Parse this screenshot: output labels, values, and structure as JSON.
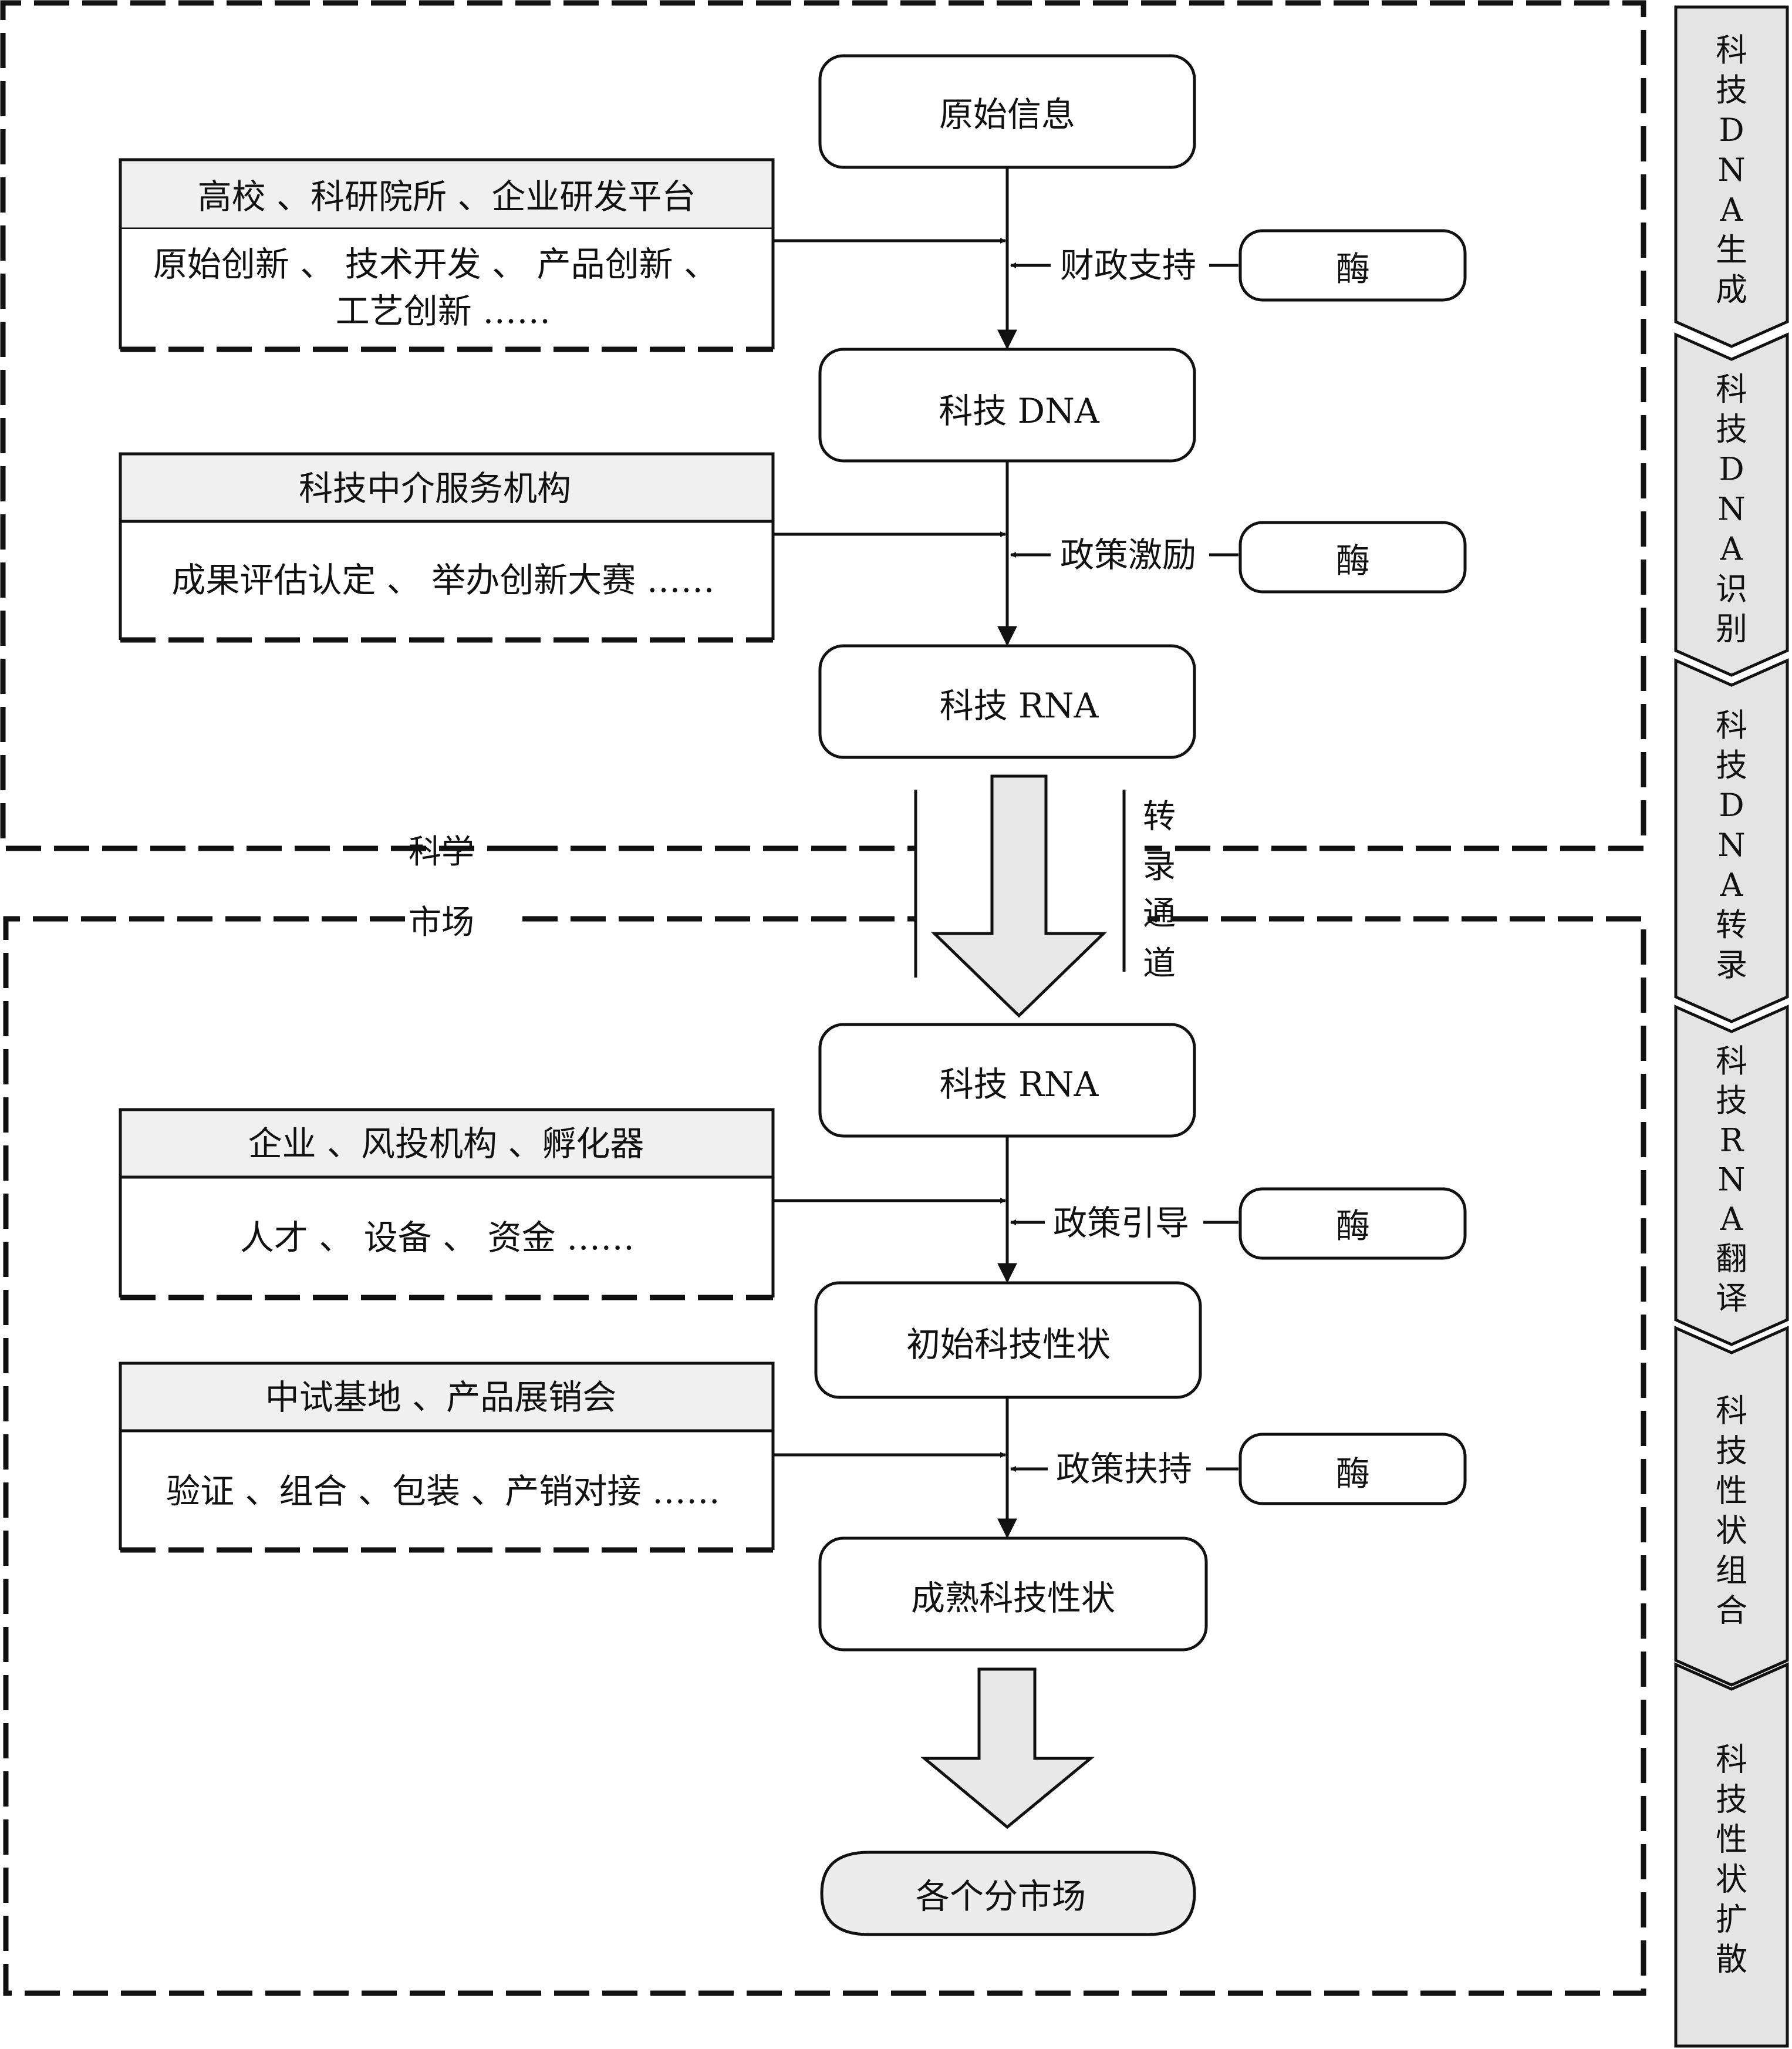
{
  "regions": {
    "science_label": "科学",
    "market_label": "市场"
  },
  "main_nodes": {
    "original_info": "原始信息",
    "tech_dna": "科技 DNA",
    "tech_rna_top": "科技 RNA",
    "tech_rna_bottom": "科技 RNA",
    "initial_traits": "初始科技性状",
    "mature_traits": "成熟科技性状",
    "markets": "各个分市场"
  },
  "transcription_channel": "转录通道",
  "side_boxes": [
    {
      "header": "高校 、科研院所 、企业研发平台",
      "line1": "原始创新 、 技术开发 、 产品创新 、",
      "line2": "工艺创新 ……"
    },
    {
      "header": "科技中介服务机构",
      "line1": "成果评估认定 、 举办创新大赛 ……"
    },
    {
      "header": "企业 、风投机构 、孵化器",
      "line1": "人才 、 设备 、 资金 ……"
    },
    {
      "header": "中试基地 、产品展销会",
      "line1": "验证 、组合 、包装 、产销对接 ……"
    }
  ],
  "policy_labels": [
    "财政支持",
    "政策激励",
    "政策引导",
    "政策扶持"
  ],
  "enzyme_label": "酶",
  "stages": [
    "科技DNA生成",
    "科技DNA识别",
    "科技DNA转录",
    "科技RNA翻译",
    "科技性状组合",
    "科技性状扩散"
  ],
  "colors": {
    "stroke": "#111111",
    "header_fill": "#f0f0f0",
    "arrow_fill": "#e8e8e8",
    "stage_fill": "#e4e4e4",
    "markets_fill": "#ececec"
  }
}
